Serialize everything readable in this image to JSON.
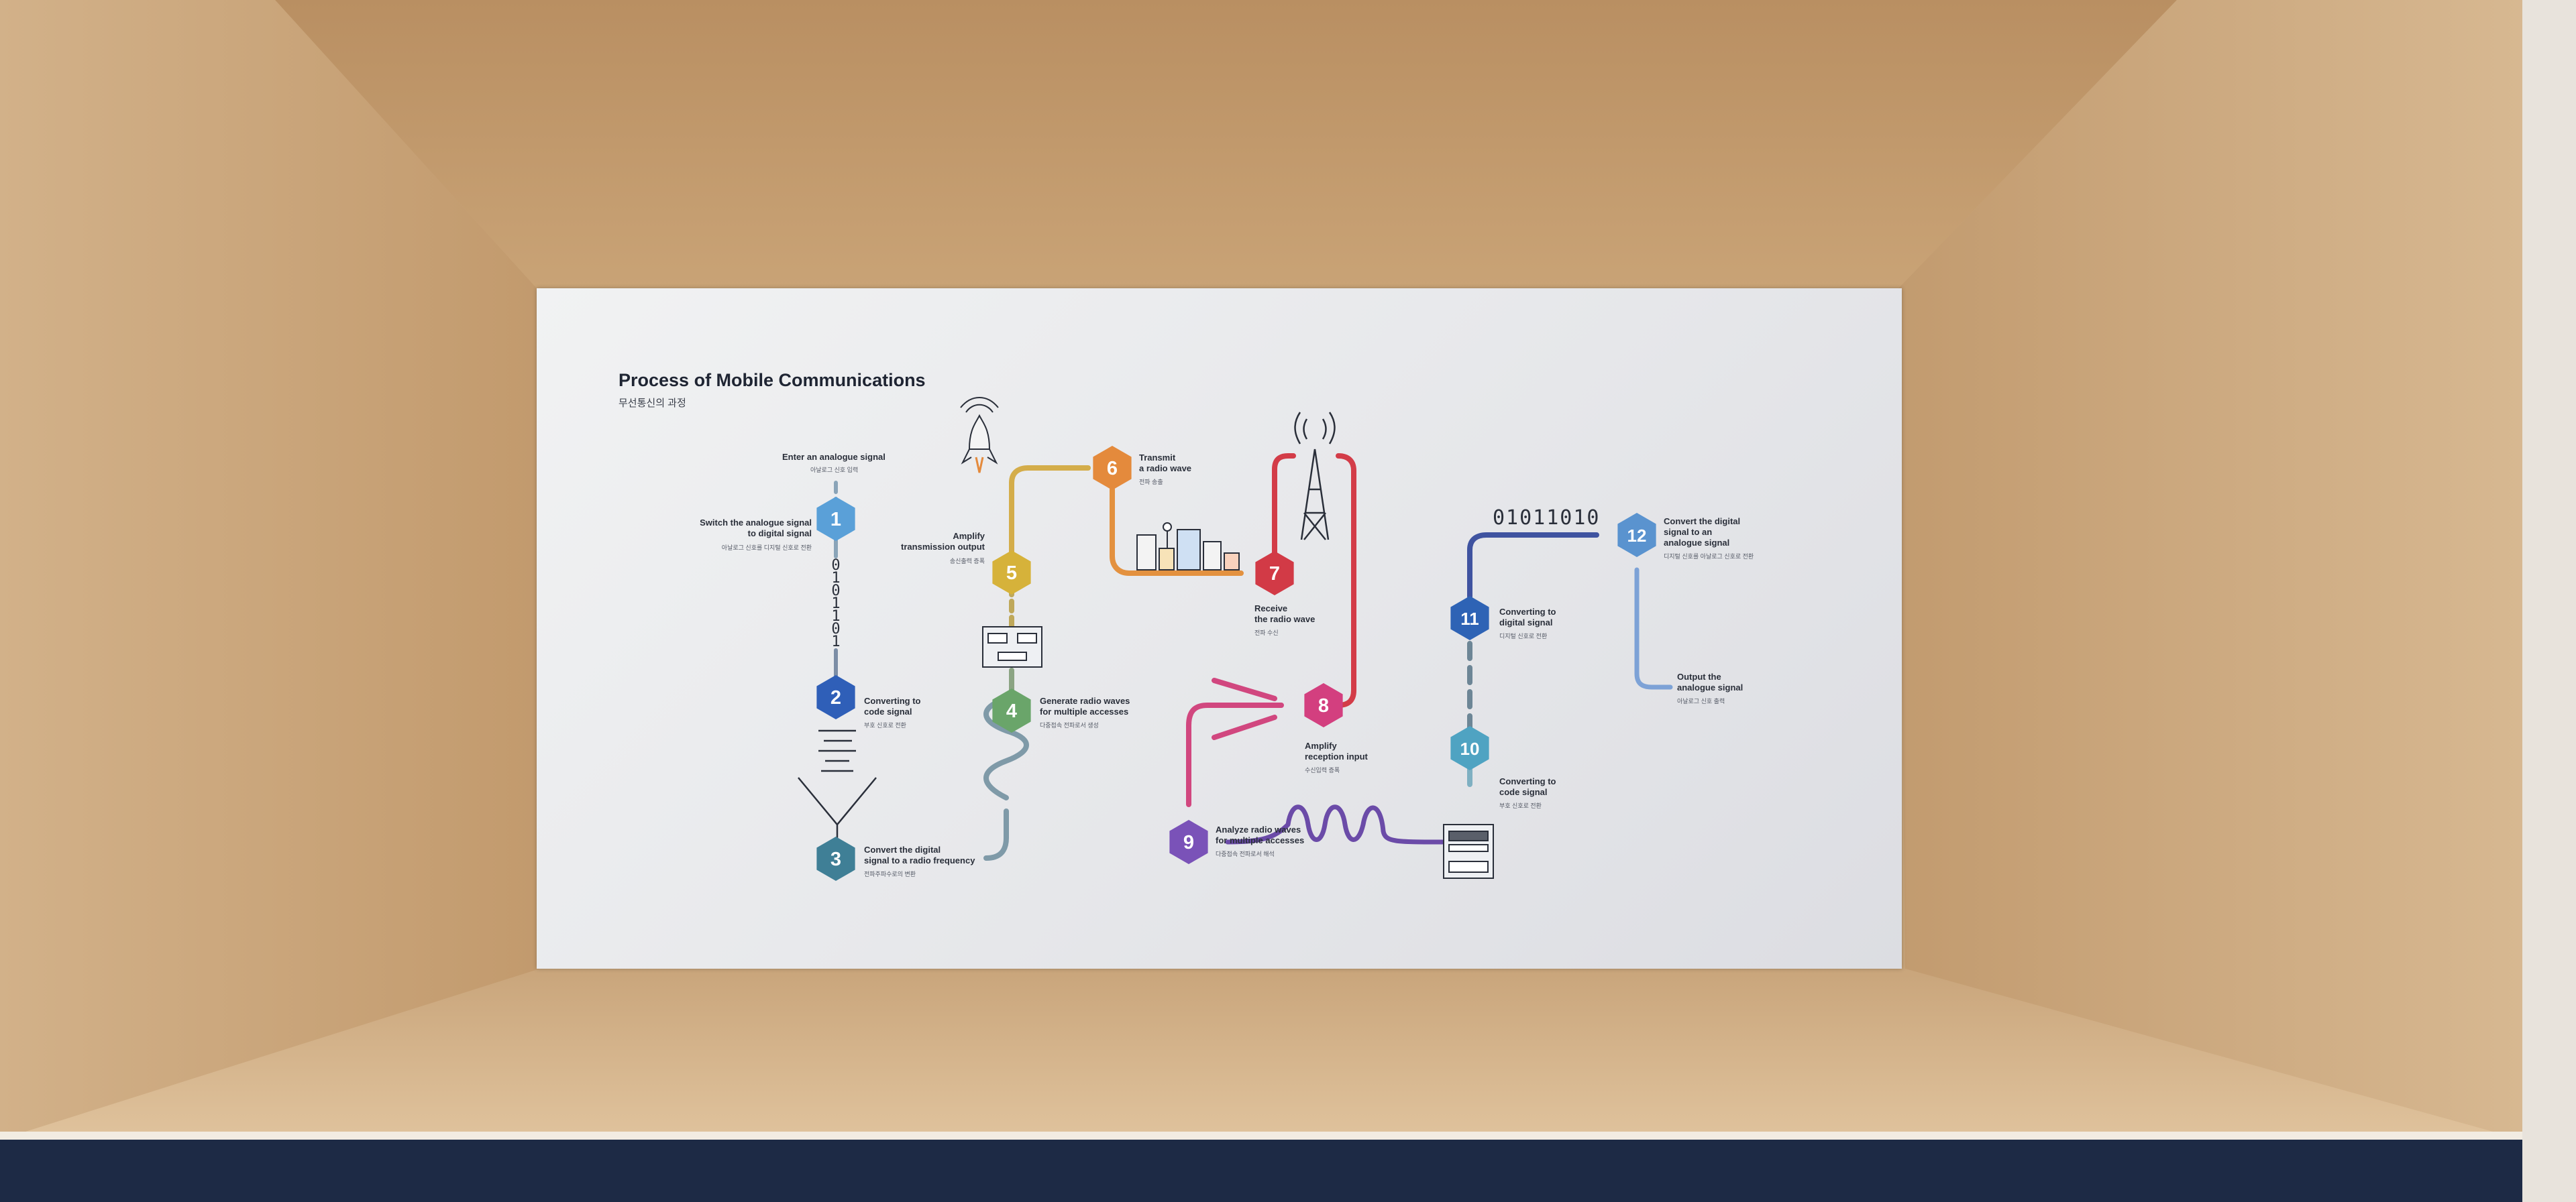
{
  "title": "Process of Mobile Communications",
  "subtitle": "무선통신의 과정",
  "start": {
    "label": "Enter an analogue signal",
    "sub": "아날로그 신호 입력"
  },
  "steps": [
    {
      "num": "1",
      "label": "Switch the analogue signal\nto digital signal",
      "sub": "아날로그 신호를 디지털 신호로 전환",
      "color": "#5aa0d8"
    },
    {
      "num": "2",
      "label": "Converting to\ncode signal",
      "sub": "부호 신호로 전환",
      "color": "#2f5fb8"
    },
    {
      "num": "3",
      "label": "Convert the digital\nsignal to a radio frequency",
      "sub": "전파주파수로의 변환",
      "color": "#3f7f96"
    },
    {
      "num": "4",
      "label": "Generate radio waves\nfor multiple accesses",
      "sub": "다중접속 전파로서 생성",
      "color": "#6aa56a"
    },
    {
      "num": "5",
      "label": "Amplify\ntransmission output",
      "sub": "송신출력 증폭",
      "color": "#d6b23a"
    },
    {
      "num": "6",
      "label": "Transmit\na radio wave",
      "sub": "전파 송출",
      "color": "#e48a3c"
    },
    {
      "num": "7",
      "label": "Receive\nthe radio wave",
      "sub": "전파 수신",
      "color": "#d23a46"
    },
    {
      "num": "8",
      "label": "Amplify\nreception input",
      "sub": "수신입력 증폭",
      "color": "#d33f7f"
    },
    {
      "num": "9",
      "label": "Analyze radio waves\nfor multiple accesses",
      "sub": "다중접속 전파로서 해석",
      "color": "#7a52b8"
    },
    {
      "num": "10",
      "label": "Converting to\ncode signal",
      "sub": "부호 신호로 전환",
      "color": "#4fa3c2"
    },
    {
      "num": "11",
      "label": "Converting to\ndigital signal",
      "sub": "디지털 신호로 전환",
      "color": "#2e63b5"
    },
    {
      "num": "12",
      "label": "Convert the digital\nsignal to an\nanalogue signal",
      "sub": "디지털 신호를 아날로그 신호로 전환",
      "color": "#5a93cf"
    }
  ],
  "end": {
    "label": "Output the\nanalogue signal",
    "sub": "아날로그 신호 출력"
  },
  "binary_vertical": "0101101",
  "binary_horizontal": "01011010",
  "icons": [
    "rocket-icon",
    "transmitter-device-icon",
    "city-icon",
    "radio-tower-icon",
    "antenna-icon",
    "receiver-device-icon",
    "dish-reflector-icon"
  ]
}
